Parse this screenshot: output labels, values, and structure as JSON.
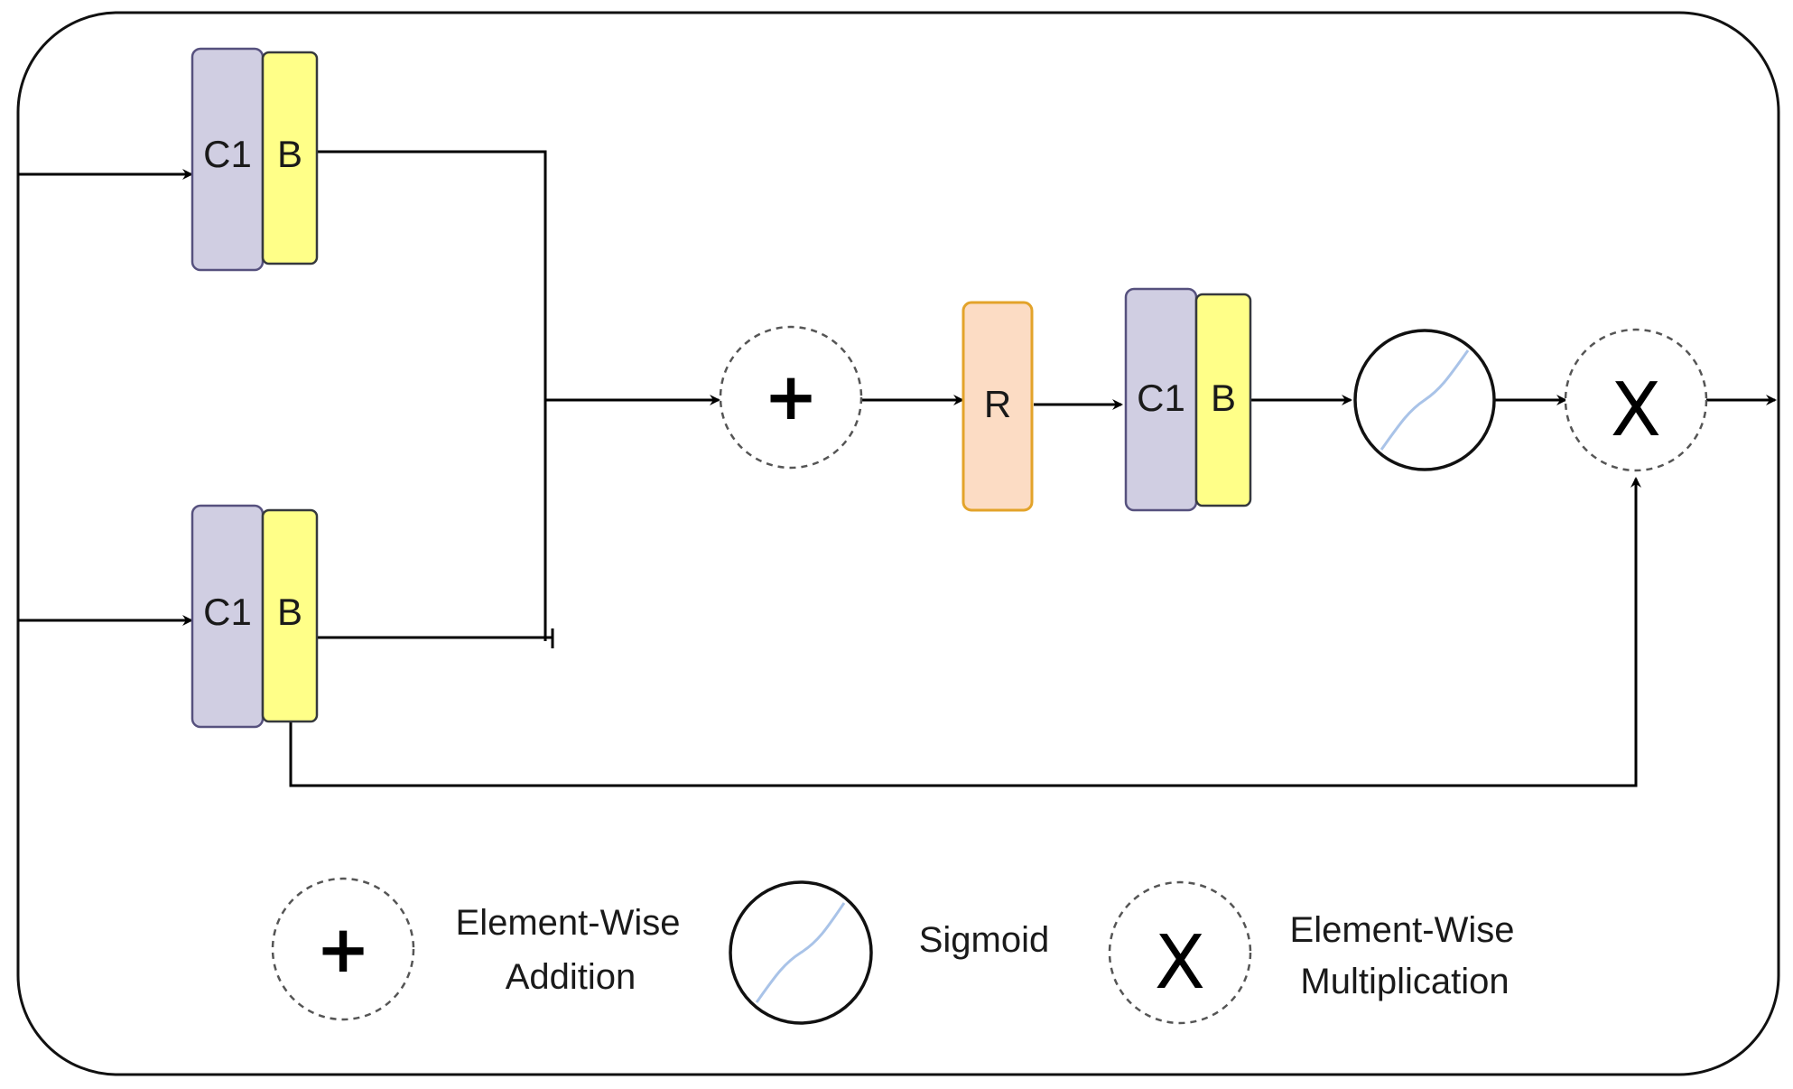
{
  "blocks": {
    "c1": "C1",
    "b": "B",
    "r": "R"
  },
  "symbols": {
    "add": "+",
    "mul": "X"
  },
  "legend": {
    "addition_line1": "Element-Wise",
    "addition_line2": "Addition",
    "sigmoid": "Sigmoid",
    "multiplication_line1": "Element-Wise",
    "multiplication_line2": "Multiplication"
  },
  "colors": {
    "c1_fill": "#d0cee2",
    "b_fill": "#ffff88",
    "r_fill": "#fcdcc4",
    "r_stroke": "#e3a32a",
    "sigmoid_curve": "#a9c3e8"
  }
}
